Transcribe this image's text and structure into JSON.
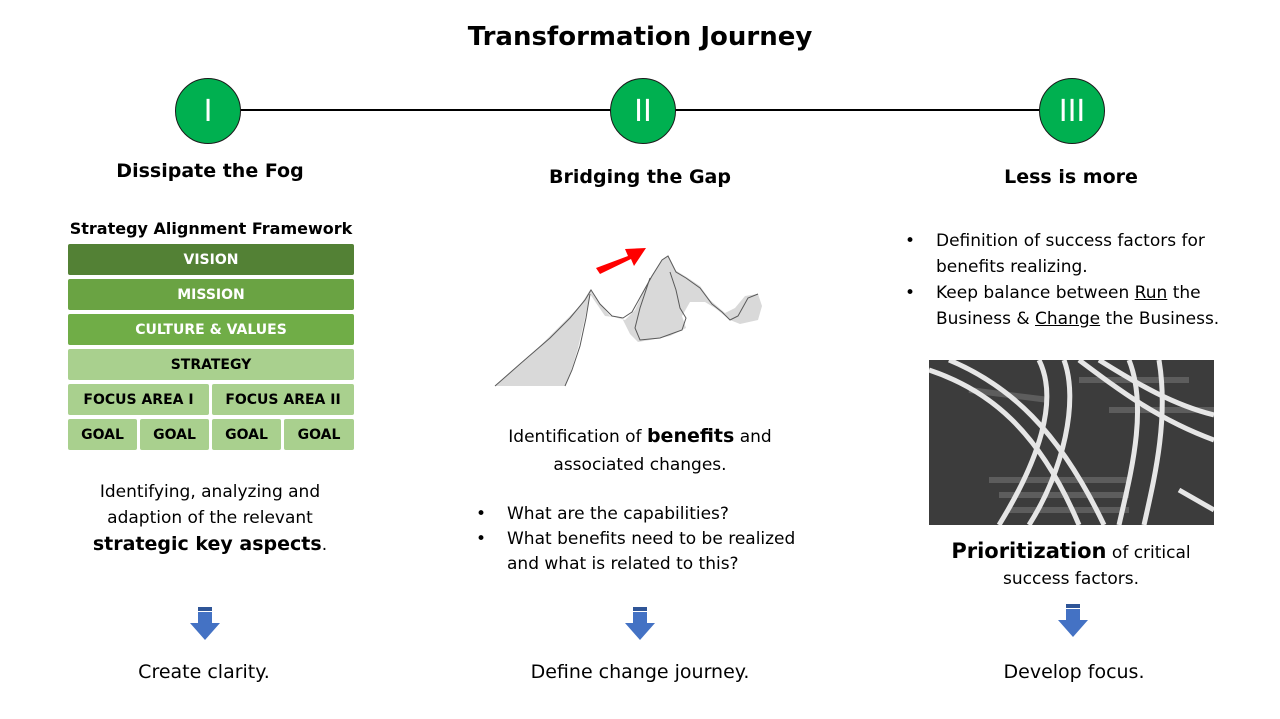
{
  "title": "Transformation Journey",
  "phases": [
    {
      "numeral": "I",
      "title": "Dissipate the Fog",
      "result": "Create clarity."
    },
    {
      "numeral": "II",
      "title": "Bridging the Gap",
      "result": "Define change journey."
    },
    {
      "numeral": "III",
      "title": "Less is more",
      "result": "Develop focus."
    }
  ],
  "framework": {
    "title": "Strategy Alignment Framework",
    "vision": "VISION",
    "mission": "MISSION",
    "culture": "CULTURE & VALUES",
    "strategy": "STRATEGY",
    "focus_areas": [
      "FOCUS AREA I",
      "FOCUS AREA II"
    ],
    "goals": [
      "GOAL",
      "GOAL",
      "GOAL",
      "GOAL"
    ]
  },
  "col1": {
    "text_pre": "Identifying, analyzing and adaption of the relevant",
    "text_bold": "strategic key aspects",
    "text_post": "."
  },
  "col2": {
    "text_pre": "Identification of",
    "text_bold": "benefits",
    "text_mid": "and",
    "text_post": "associated changes.",
    "bullets": [
      "What are the capabilities?",
      "What benefits need to be realized and what is related to this?"
    ]
  },
  "col3": {
    "bullet1": "Definition of success factors for benefits realizing.",
    "bullet2_a": "Keep balance between",
    "bullet2_run": "Run",
    "bullet2_b": "the Business &",
    "bullet2_change": "Change",
    "bullet2_c": "the Business.",
    "text_bold": "Prioritization",
    "text_post": "of critical success factors."
  },
  "colors": {
    "circle": "#00b050",
    "dark_green": "#538135",
    "light_green": "#a9d08e",
    "arrow_blue": "#4472c4",
    "red_arrow": "#ff0000"
  }
}
